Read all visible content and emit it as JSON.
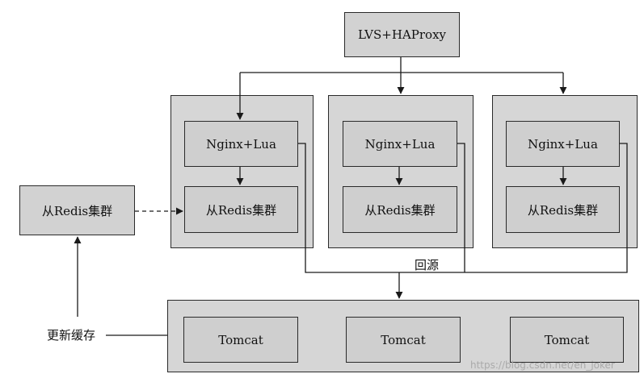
{
  "diagram": {
    "entry_label": "LVS+HAProxy",
    "groups": [
      {
        "nginx_label": "Nginx+Lua",
        "redis_label": "从Redis集群"
      },
      {
        "nginx_label": "Nginx+Lua",
        "redis_label": "从Redis集群"
      },
      {
        "nginx_label": "Nginx+Lua",
        "redis_label": "从Redis集群"
      }
    ],
    "master_redis_label": "从Redis集群",
    "origin_label": "回源",
    "update_cache_label": "更新缓存",
    "tomcats": [
      {
        "label": "Tomcat"
      },
      {
        "label": "Tomcat"
      },
      {
        "label": "Tomcat"
      }
    ]
  },
  "watermark": "https://blog.csdn.net/en_joker",
  "colors": {
    "box_fill": "#d2d2d2",
    "stroke": "#2a2a2a"
  }
}
